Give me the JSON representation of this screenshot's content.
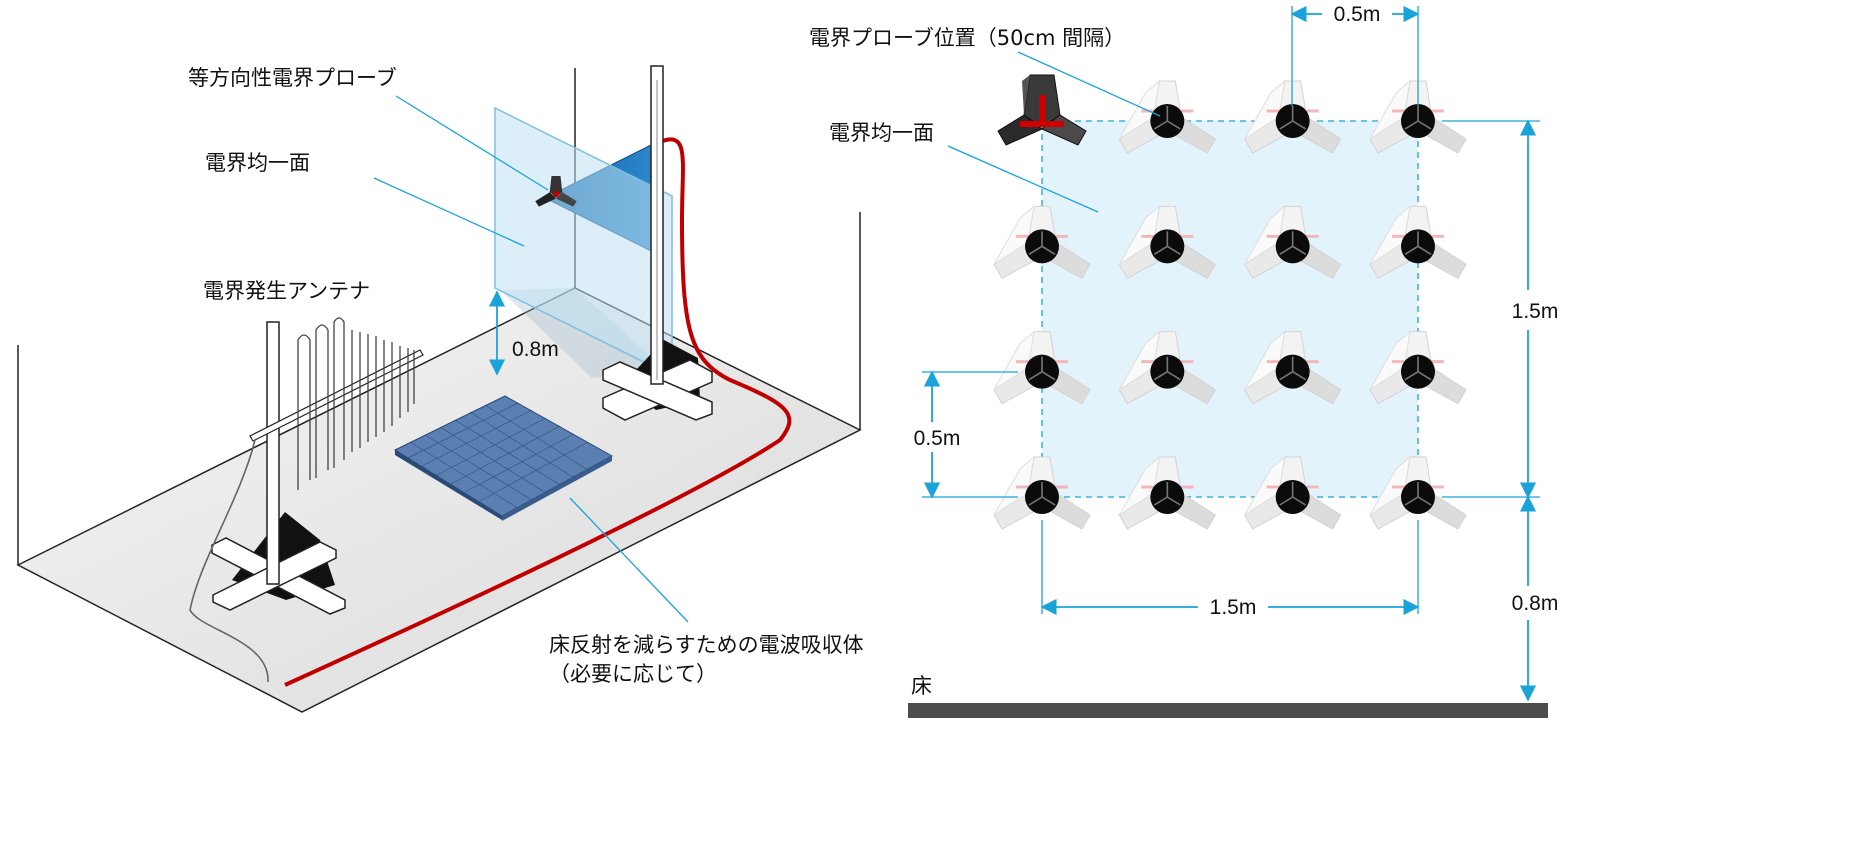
{
  "left_diagram": {
    "labels": {
      "probe": "等方向性電界プローブ",
      "uniform_field": "電界均一面",
      "antenna": "電界発生アンテナ",
      "height": "0.8m",
      "absorber_line1": "床反射を減らすための電波吸収体",
      "absorber_line2": "（必要に応じて）"
    },
    "colors": {
      "cable": "#c00000",
      "absorber": "#5a7fb0",
      "field_plane": "#bfe2f4",
      "leader": "#1aa3d9"
    }
  },
  "right_diagram": {
    "labels": {
      "probe_positions": "電界プローブ位置（50cm 間隔）",
      "uniform_field": "電界均一面",
      "spacing_top": "0.5m",
      "height_right": "1.5m",
      "spacing_left": "0.5m",
      "width_bottom": "1.5m",
      "floor_height": "0.8m",
      "floor": "床"
    },
    "grid": {
      "rows": 4,
      "columns": 4
    },
    "colors": {
      "dimension": "#1aa3d9",
      "field_plane": "#e3f3fb",
      "floor": "#4d4d4d"
    }
  }
}
